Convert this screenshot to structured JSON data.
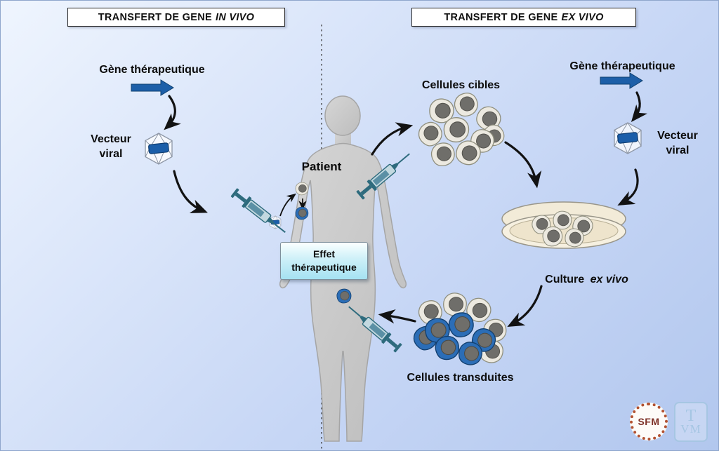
{
  "titles": {
    "in_vivo": {
      "prefix": "TRANSFERT DE GENE",
      "italic": "IN VIVO"
    },
    "ex_vivo": {
      "prefix": "TRANSFERT DE GENE",
      "italic": "EX VIVO"
    }
  },
  "in_vivo_panel": {
    "gene_label": "Gène thérapeutique",
    "vector_line1": "Vecteur",
    "vector_line2": "viral"
  },
  "patient": {
    "label": "Patient",
    "effect_line1": "Effet",
    "effect_line2": "thérapeutique"
  },
  "ex_vivo_panel": {
    "gene_label": "Gène thérapeutique",
    "vector_line1": "Vecteur",
    "vector_line2": "viral",
    "target_cells": "Cellules cibles",
    "culture_prefix": "Culture",
    "culture_italic": "ex vivo",
    "transduced_cells": "Cellules transduites"
  },
  "logos": {
    "sfm": "SFM",
    "tvm_line1": "T",
    "tvm_line2": "VM"
  },
  "colors": {
    "background_top": "#eff5fe",
    "background_bottom": "#b2c7ee",
    "gene_arrow_blue": "#1d5fa8",
    "transduced_cell_blue": "#2b6db6",
    "gray_cell": "#ece9e0",
    "syringe_teal": "#2e6b7d",
    "effect_box_cyan": "#a5e2f2",
    "body_gray": "#c9c9c9",
    "petri_dish_cream": "#f3ecd9"
  }
}
